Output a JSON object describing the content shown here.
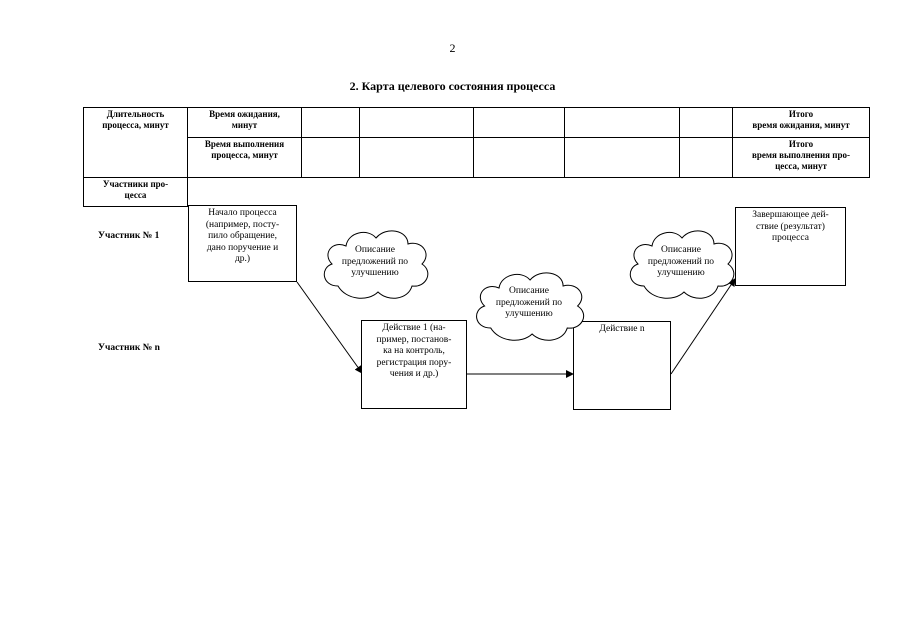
{
  "page_number": "2",
  "title": "2.   Карта целевого состояния процесса",
  "table": {
    "duration_header": "Длительность\nпроцесса, минут",
    "wait_time": "Время ожидания,\nминут",
    "exec_time": "Время выполнения\nпроцесса, минут",
    "total_wait": "Итого\nвремя ожидания, минут",
    "total_exec": "Итого\nвремя выполнения про-\nцесса, минут",
    "participants_header": "Участники про-\nцесса"
  },
  "participants": {
    "first": "Участник № 1",
    "nth": "Участник № n"
  },
  "boxes": {
    "start": "Начало процесса\n(например, посту-\nпило обращение,\nдано поручение и\nдр.)",
    "action1": "Действие 1 (на-\nпример, постанов-\nка на контроль,\nрегистрация пору-\nчения и др.)",
    "action_n": "Действие n",
    "final": "Завершающее дей-\nствие (результат)\nпроцесса"
  },
  "clouds": {
    "c1": "Описание\nпредложений по\nулучшению",
    "c2": "Описание\nпредложений по\nулучшению",
    "c3": "Описание\nпредложений по\nулучшению"
  }
}
